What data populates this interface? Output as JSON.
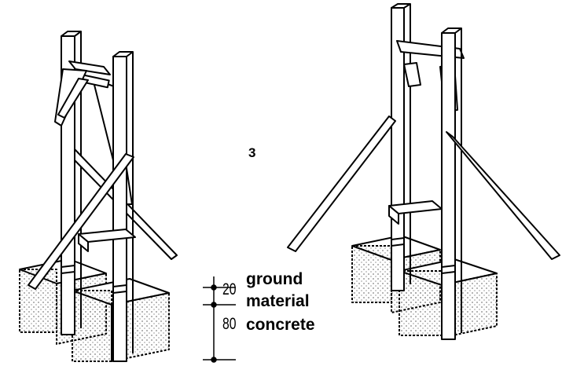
{
  "figure_number": "3",
  "dimensions": [
    {
      "value": "20",
      "label": "ground"
    },
    {
      "value": "",
      "label": "material"
    },
    {
      "value": "80",
      "label": "concrete"
    }
  ],
  "colors": {
    "ink": "#000000",
    "paper": "#ffffff"
  }
}
